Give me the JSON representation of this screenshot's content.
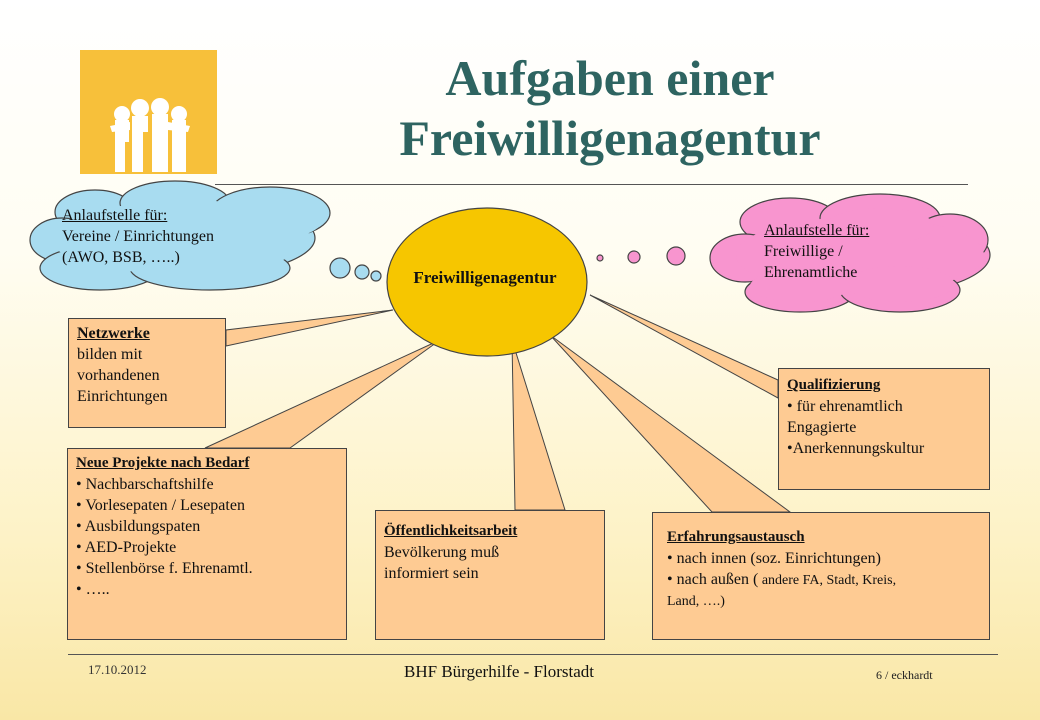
{
  "title": {
    "line1": "Aufgaben einer",
    "line2": "Freiwilligenagentur"
  },
  "center": {
    "label": "Freiwilligenagentur"
  },
  "cloud_left": {
    "heading": "Anlaufstelle für:",
    "line1": "Vereine / Einrichtungen",
    "line2": "(AWO, BSB, …..)"
  },
  "cloud_right": {
    "heading": "Anlaufstelle für:",
    "line1": "Freiwillige /",
    "line2": "Ehrenamtliche"
  },
  "netzwerke": {
    "heading": "Netzwerke",
    "line1": "bilden mit",
    "line2": "vorhandenen",
    "line3": "Einrichtungen"
  },
  "neue_projekte": {
    "heading": "Neue Projekte nach Bedarf",
    "items": [
      "Nachbarschaftshilfe",
      "Vorlesepaten / Lesepaten",
      "Ausbildungspaten",
      "AED-Projekte",
      "Stellenbörse f. Ehrenamtl.",
      "….."
    ]
  },
  "oeffentlichkeit": {
    "heading": "Öffentlichkeitsarbeit",
    "line1": "Bevölkerung muß",
    "line2": "informiert sein"
  },
  "erfahrung": {
    "heading": "Erfahrungsaustausch",
    "item1": "nach innen (soz. Einrichtungen)",
    "item2a": "nach außen (",
    "item2b": " andere FA, Stadt, Kreis,",
    "item2c": "Land, ….)"
  },
  "qualifizierung": {
    "heading": "Qualifizierung",
    "item1a": "für ehrenamtlich",
    "item1b": "Engagierte",
    "item2": "Anerkennungskultur"
  },
  "footer": {
    "date": "17.10.2012",
    "center": "BHF  Bürgerhilfe - Florstadt",
    "right": "6 / eckhardt"
  },
  "colors": {
    "title": "#2e6461",
    "ellipse": "#f6c600",
    "box": "#fecb93",
    "cloud_left": "#a8dcf0",
    "cloud_right": "#f895cf",
    "logo": "#f7c03a"
  },
  "icons": {
    "logo": "people-silhouette-icon"
  }
}
